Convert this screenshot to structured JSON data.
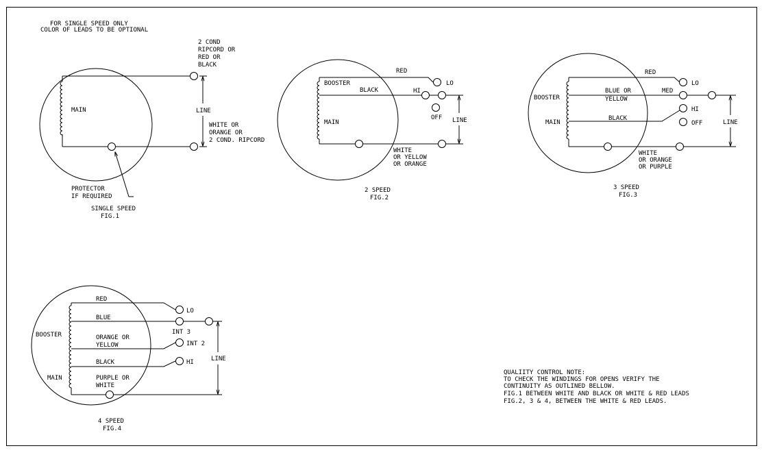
{
  "fig1": {
    "header_1": "FOR SINGLE SPEED ONLY",
    "header_2": "COLOR OF LEADS TO BE OPTIONAL",
    "lead_top_1": "2 COND",
    "lead_top_2": "RIPCORD OR",
    "lead_top_3": "RED OR",
    "lead_top_4": "BLACK",
    "line": "LINE",
    "main": "MAIN",
    "lead_bottom_1": "WHITE OR",
    "lead_bottom_2": "ORANGE OR",
    "lead_bottom_3": "2 COND. RIPCORD",
    "protector_1": "PROTECTOR",
    "protector_2": "IF REQUIRED",
    "caption_1": "SINGLE SPEED",
    "caption_2": "FIG.1"
  },
  "fig2": {
    "red": "RED",
    "lo": "LO",
    "booster": "BOOSTER",
    "black": "BLACK",
    "hi": "HI",
    "off": "OFF",
    "line": "LINE",
    "main": "MAIN",
    "white_1": "WHITE",
    "white_2": "OR YELLOW",
    "white_3": "OR ORANGE",
    "caption_1": "2 SPEED",
    "caption_2": "FIG.2"
  },
  "fig3": {
    "red": "RED",
    "lo": "LO",
    "booster": "BOOSTER",
    "blue_1": "BLUE OR",
    "blue_2": "YELLOW",
    "med": "MED",
    "hi": "HI",
    "main": "MAIN",
    "black": "BLACK",
    "off": "OFF",
    "line": "LINE",
    "white_1": "WHITE",
    "white_2": "OR ORANGE",
    "white_3": "OR PURPLE",
    "caption_1": "3 SPEED",
    "caption_2": "FIG.3"
  },
  "fig4": {
    "red": "RED",
    "lo": "LO",
    "blue": "BLUE",
    "int3": "INT 3",
    "booster": "BOOSTER",
    "orange_1": "ORANGE OR",
    "orange_2": "YELLOW",
    "int2": "INT 2",
    "line": "LINE",
    "black": "BLACK",
    "hi": "HI",
    "main": "MAIN",
    "purple_1": "PURPLE OR",
    "purple_2": "WHITE",
    "caption_1": "4 SPEED",
    "caption_2": "FIG.4"
  },
  "note": {
    "line_1": "QUALIITY CONTROL NOTE:",
    "line_2": "TO CHECK THE WINDINGS FOR OPENS VERIFY THE",
    "line_3": "CONTINUITY AS OUTLINED BELLOW.",
    "line_4": "FIG.1 BETWEEN WHITE AND BLACK OR WHITE & RED LEADS",
    "line_5": "FIG.2, 3 & 4, BETWEEN THE WHITE & RED LEADS."
  }
}
